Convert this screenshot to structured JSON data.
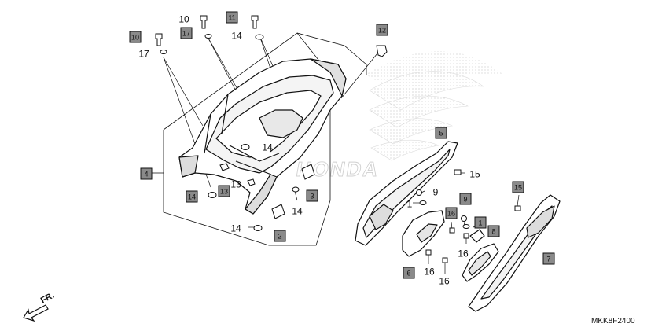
{
  "diagram_code": "MKK8F2400",
  "direction_label": "FR.",
  "watermark": {
    "brand": "HONDA",
    "color": "#b0b0b0"
  },
  "colors": {
    "ink": "#111111",
    "label_fill": "#8a8a8a",
    "part_fill": "#ffffff"
  },
  "callouts": [
    {
      "id": "c1",
      "num": "10",
      "style": "plain"
    },
    {
      "id": "c2",
      "num": "11",
      "style": "boxed"
    },
    {
      "id": "c3",
      "num": "10",
      "style": "boxed"
    },
    {
      "id": "c4",
      "num": "17",
      "style": "boxed"
    },
    {
      "id": "c5",
      "num": "14",
      "style": "plain"
    },
    {
      "id": "c6",
      "num": "17",
      "style": "plain"
    },
    {
      "id": "c7",
      "num": "12",
      "style": "boxed"
    },
    {
      "id": "c8",
      "num": "14",
      "style": "plain"
    },
    {
      "id": "c9",
      "num": "4",
      "style": "boxed"
    },
    {
      "id": "c10",
      "num": "13",
      "style": "plain"
    },
    {
      "id": "c11",
      "num": "14",
      "style": "boxed"
    },
    {
      "id": "c12",
      "num": "13",
      "style": "boxed"
    },
    {
      "id": "c13",
      "num": "3",
      "style": "boxed"
    },
    {
      "id": "c14",
      "num": "14",
      "style": "plain"
    },
    {
      "id": "c15",
      "num": "14",
      "style": "plain"
    },
    {
      "id": "c16",
      "num": "2",
      "style": "boxed"
    },
    {
      "id": "c17",
      "num": "5",
      "style": "boxed"
    },
    {
      "id": "c18",
      "num": "15",
      "style": "plain"
    },
    {
      "id": "c19",
      "num": "9",
      "style": "plain"
    },
    {
      "id": "c20",
      "num": "1",
      "style": "plain"
    },
    {
      "id": "c21",
      "num": "9",
      "style": "boxed"
    },
    {
      "id": "c22",
      "num": "16",
      "style": "boxed"
    },
    {
      "id": "c23",
      "num": "1",
      "style": "boxed"
    },
    {
      "id": "c24",
      "num": "8",
      "style": "boxed"
    },
    {
      "id": "c25",
      "num": "15",
      "style": "boxed"
    },
    {
      "id": "c26",
      "num": "16",
      "style": "plain"
    },
    {
      "id": "c27",
      "num": "7",
      "style": "boxed"
    },
    {
      "id": "c28",
      "num": "6",
      "style": "boxed"
    },
    {
      "id": "c29",
      "num": "16",
      "style": "plain"
    },
    {
      "id": "c30",
      "num": "16",
      "style": "plain"
    }
  ]
}
